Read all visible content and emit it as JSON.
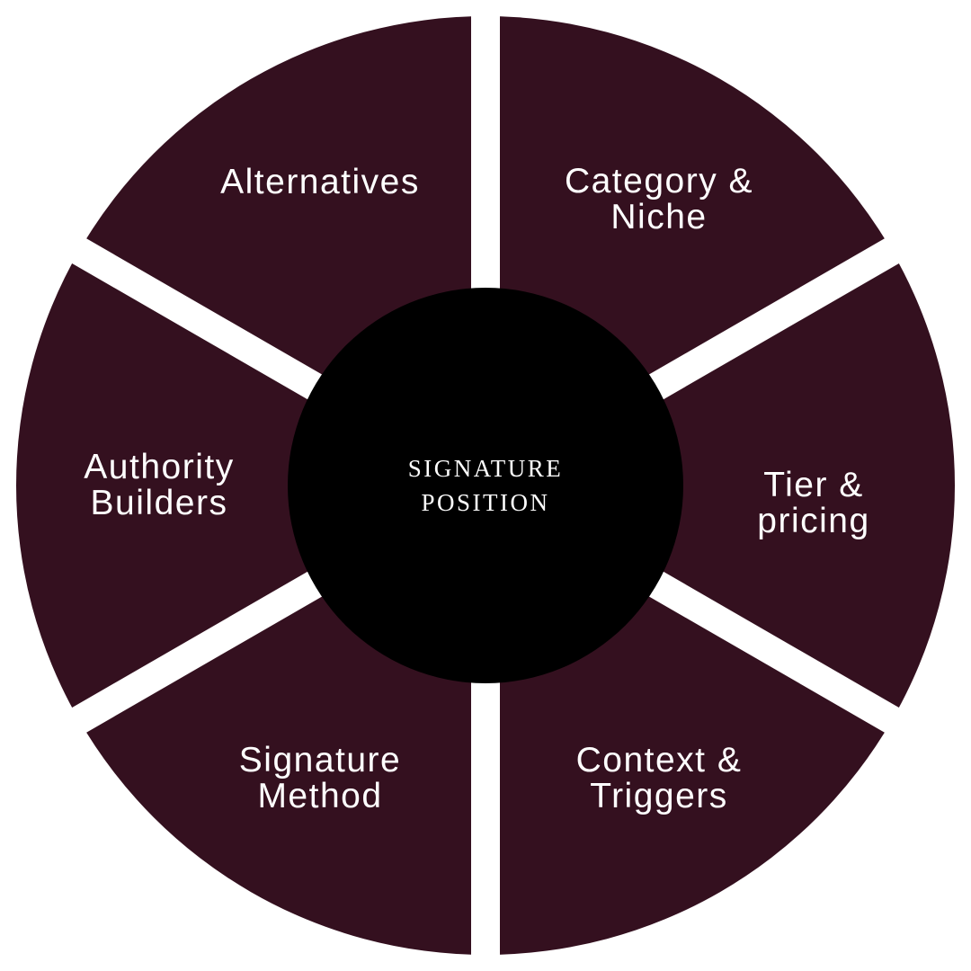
{
  "colors": {
    "segment": "#34101f",
    "center": "#000000",
    "gap": "#ffffff",
    "text": "#ffffff"
  },
  "center": {
    "line1": "SIGNATURE",
    "line2": "POSITION"
  },
  "segments": [
    {
      "line1": "Alternatives",
      "line2": ""
    },
    {
      "line1": "Category &",
      "line2": "Niche"
    },
    {
      "line1": "Tier &",
      "line2": "pricing"
    },
    {
      "line1": "Context &",
      "line2": "Triggers"
    },
    {
      "line1": "Signature",
      "line2": "Method"
    },
    {
      "line1": "Authority",
      "line2": "Builders"
    }
  ]
}
